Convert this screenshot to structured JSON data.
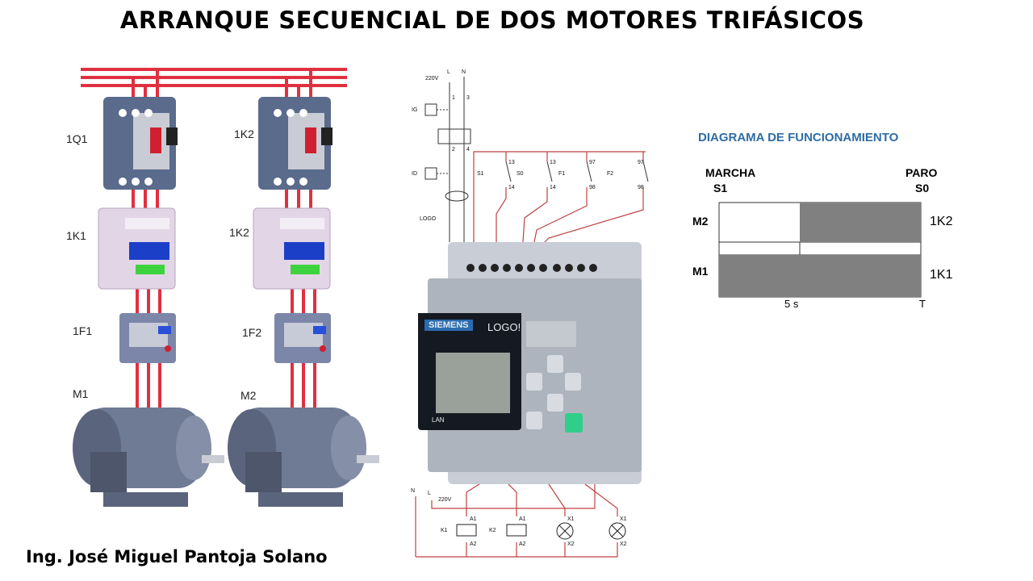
{
  "title": "ARRANQUE SECUENCIAL DE DOS MOTORES TRIFÁSICOS",
  "author": "Ing. José Miguel Pantoja Solano",
  "power_diagram": {
    "devices": [
      {
        "q": "1Q1",
        "k": "1K1",
        "f": "1F1",
        "m": "M1"
      },
      {
        "q": "1K2",
        "k": "1K2",
        "f": "1F2",
        "m": "M2"
      }
    ]
  },
  "control_diagram": {
    "supply": {
      "voltage": "220V",
      "l": "L",
      "n": "N"
    },
    "breakers": [
      "IG",
      "ID"
    ],
    "logo_label": "LOGO",
    "contacts": [
      {
        "name": "S1",
        "a": "13",
        "b": "14"
      },
      {
        "name": "S0",
        "a": "13",
        "b": "14"
      },
      {
        "name": "F1",
        "a": "97",
        "b": "98"
      },
      {
        "name": "F2",
        "a": "97",
        "b": "98"
      }
    ],
    "terminal_numbers": [
      "1",
      "3",
      "2",
      "4"
    ],
    "plc": {
      "brand": "SIEMENS",
      "model": "LOGO!",
      "port": "LAN"
    },
    "outputs": {
      "supply": {
        "voltage": "220V",
        "l": "L",
        "n": "N"
      },
      "loads": [
        {
          "name": "K1",
          "a": "A1",
          "b": "A2",
          "type": "coil"
        },
        {
          "name": "K2",
          "a": "A1",
          "b": "A2",
          "type": "coil"
        },
        {
          "name": "",
          "a": "X1",
          "b": "X2",
          "type": "lamp"
        },
        {
          "name": "",
          "a": "X1",
          "b": "X2",
          "type": "lamp"
        }
      ]
    }
  },
  "timing_diagram": {
    "title": "DIAGRAMA DE FUNCIONAMIENTO",
    "start_label": "MARCHA",
    "start_button": "S1",
    "stop_label": "PARO",
    "stop_button": "S0",
    "rows": [
      {
        "name": "M2",
        "contactor": "1K2",
        "on_from": 0.4,
        "on_to": 1.0
      },
      {
        "name": "M1",
        "contactor": "1K1",
        "on_from": 0.0,
        "on_to": 1.0
      }
    ],
    "time_marks": [
      "5 s",
      "T"
    ],
    "colors": {
      "on": "#808080",
      "off": "#ffffff"
    }
  },
  "colors": {
    "wire": "#e03040",
    "control_wire": "#c04040",
    "blue_title": "#2e6da4"
  }
}
